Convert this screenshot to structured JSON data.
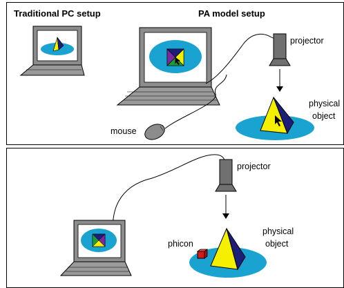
{
  "top_panel": {
    "traditional_title": "Traditional PC setup",
    "pa_title": "PA model setup",
    "projector_label": "projector",
    "physical_object_label_line1": "physical",
    "physical_object_label_line2": "object",
    "mouse_label": "mouse"
  },
  "bottom_panel": {
    "projector_label": "projector",
    "physical_object_label_line1": "physical",
    "physical_object_label_line2": "object",
    "phicon_label": "phicon"
  },
  "colors": {
    "screen_blob": "#1aa3d1",
    "object_yellow": "#f5ef00",
    "object_navy": "#1d1d7a",
    "object_purple": "#7a2a9a",
    "object_green": "#1f9a3a",
    "laptop_gray": "#8c8c8c",
    "projector_gray": "#707070",
    "phicon_red": "#d41a1a"
  }
}
